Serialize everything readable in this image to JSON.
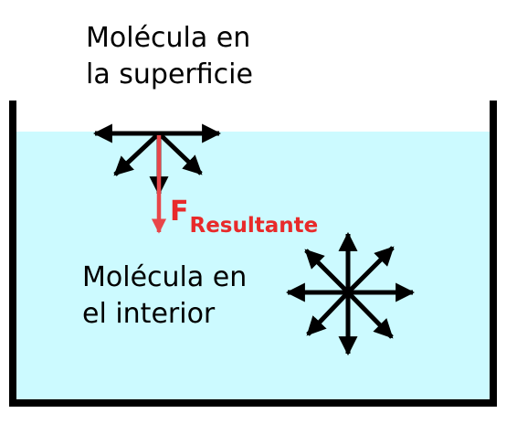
{
  "labels": {
    "surface_line1": "Molécula en",
    "surface_line2": "la superficie",
    "interior_line1": "Molécula en",
    "interior_line2": "el interior"
  },
  "force": {
    "symbol": "F",
    "subscript": "Resultante"
  },
  "colors": {
    "liquid": "#ccfaff",
    "container": "#000000",
    "arrow": "#000000",
    "resultant": "#e82a2a",
    "text": "#000000"
  }
}
